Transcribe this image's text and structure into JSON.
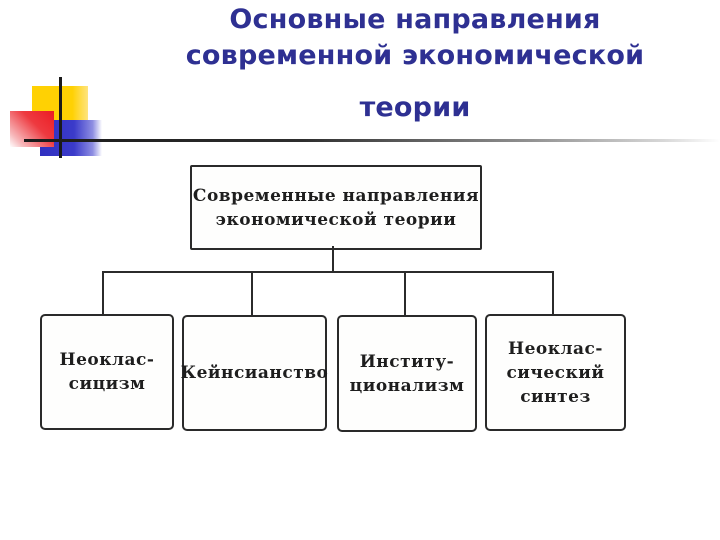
{
  "title": {
    "lines": [
      "Основные направления",
      "современной экономической",
      "теории"
    ],
    "color": "#2e3092"
  },
  "diagram": {
    "root": {
      "lines": [
        "Современные направления",
        "экономической теории"
      ]
    },
    "children": [
      {
        "lines": [
          "Неоклас-",
          "сицизм"
        ]
      },
      {
        "lines": [
          "Кейнсианство"
        ]
      },
      {
        "lines": [
          "Институ-",
          "ционализм"
        ]
      },
      {
        "lines": [
          "Неоклас-",
          "сический",
          "синтез"
        ]
      }
    ]
  },
  "decoration": {
    "yellow_square_color": "#ffd103",
    "red_square_color": "#ec1c24",
    "blue_square_color": "#3434c6",
    "accent_line_color": "#1a1a1a",
    "diagram_ink_color": "#2a2a2a"
  }
}
